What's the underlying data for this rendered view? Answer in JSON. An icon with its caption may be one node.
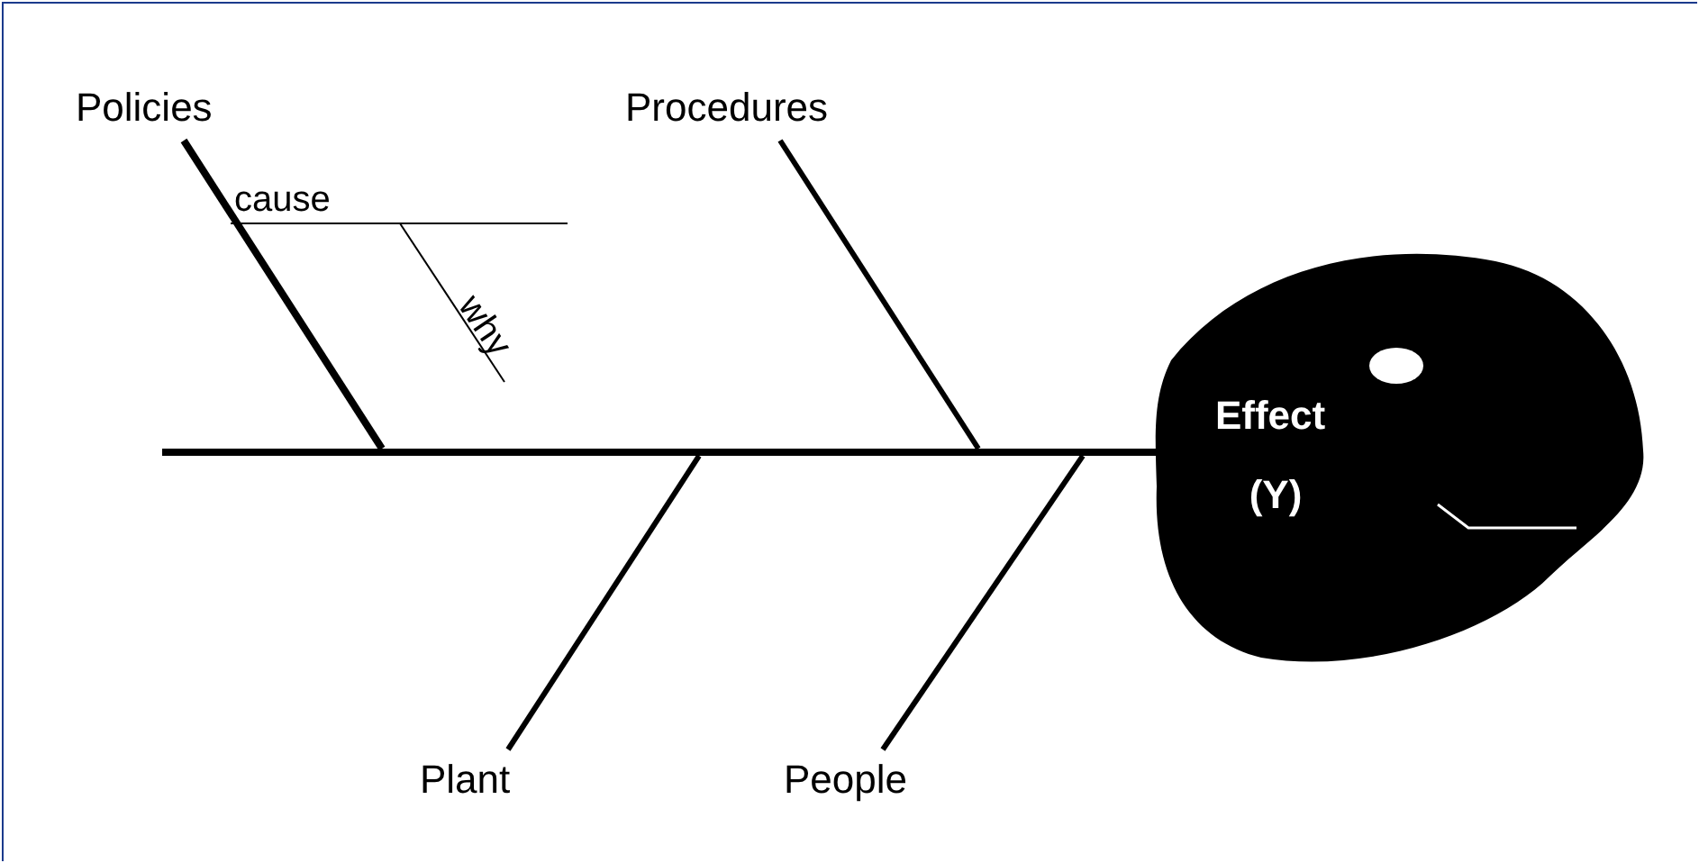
{
  "diagram": {
    "nodes": [
      {
        "text": [
          "Policies"
        ]
      },
      {
        "text": [
          "Procedures"
        ]
      },
      {
        "text": [],
        "shape": "bar"
      },
      {
        "text": [
          "Effect",
          "(Y)"
        ]
      },
      {
        "text": [
          "Plant"
        ]
      },
      {
        "text": [
          "People"
        ]
      }
    ],
    "edges": [
      {
        "from": 0,
        "to": 2,
        "arrow": "none"
      },
      {
        "from": 1,
        "to": 2,
        "arrow": "none"
      },
      {
        "from": 4,
        "to": 2,
        "arrow": "none"
      },
      {
        "from": 5,
        "to": 2,
        "arrow": "none"
      }
    ],
    "labels": [
      "cause",
      "why"
    ]
  }
}
